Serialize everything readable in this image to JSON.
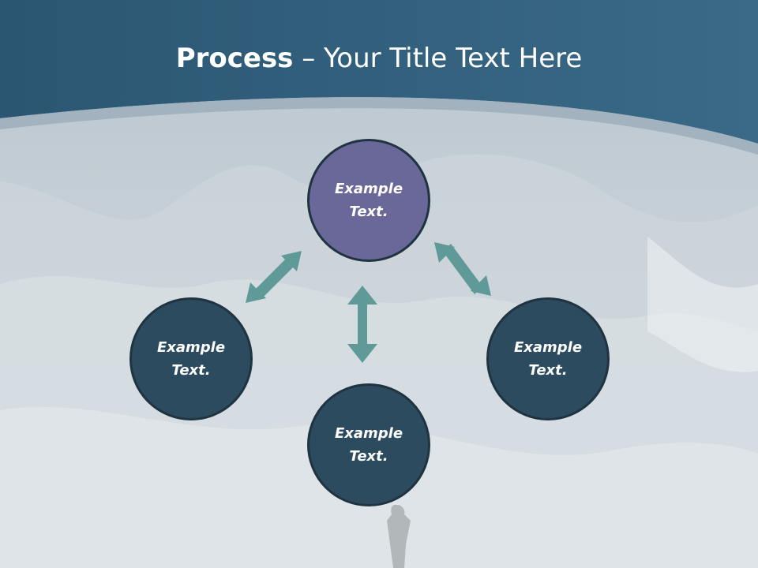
{
  "title": {
    "bold": "Process",
    "rest": " – Your Title Text Here"
  },
  "nodes": {
    "top": "Example Text.",
    "left": "Example Text.",
    "right": "Example Text.",
    "bottom": "Example Text."
  },
  "colors": {
    "header": "#2f5a76",
    "node_dark": "#2d4b5f",
    "node_highlight": "#6a6799",
    "arrow": "#5f9a98"
  }
}
